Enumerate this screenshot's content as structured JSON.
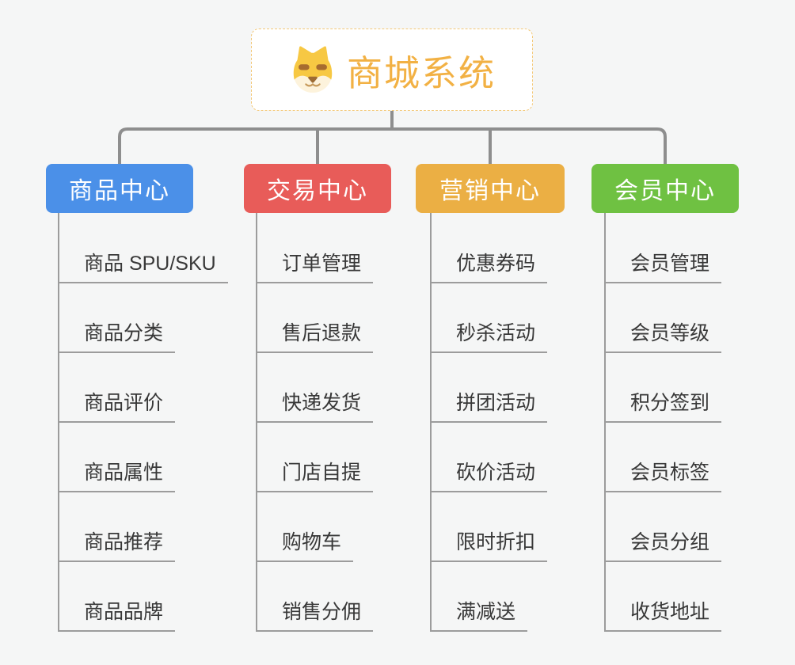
{
  "page": {
    "background_color": "#F5F6F6",
    "connector_color": "#8E8E8E",
    "line_color": "#9C9C9C"
  },
  "root": {
    "title": "商城系统",
    "title_color": "#F2B144",
    "border_color": "#F3C878",
    "icon": "shiba-dog-icon"
  },
  "branches": [
    {
      "label": "商品中心",
      "color": "#4B90E8",
      "children": [
        "商品 SPU/SKU",
        "商品分类",
        "商品评价",
        "商品属性",
        "商品推荐",
        "商品品牌"
      ]
    },
    {
      "label": "交易中心",
      "color": "#E85C59",
      "children": [
        "订单管理",
        "售后退款",
        "快递发货",
        "门店自提",
        "购物车",
        "销售分佣"
      ]
    },
    {
      "label": "营销中心",
      "color": "#EBAF44",
      "children": [
        "优惠券码",
        "秒杀活动",
        "拼团活动",
        "砍价活动",
        "限时折扣",
        "满减送"
      ]
    },
    {
      "label": "会员中心",
      "color": "#6FC142",
      "children": [
        "会员管理",
        "会员等级",
        "积分签到",
        "会员标签",
        "会员分组",
        "收货地址"
      ]
    }
  ]
}
